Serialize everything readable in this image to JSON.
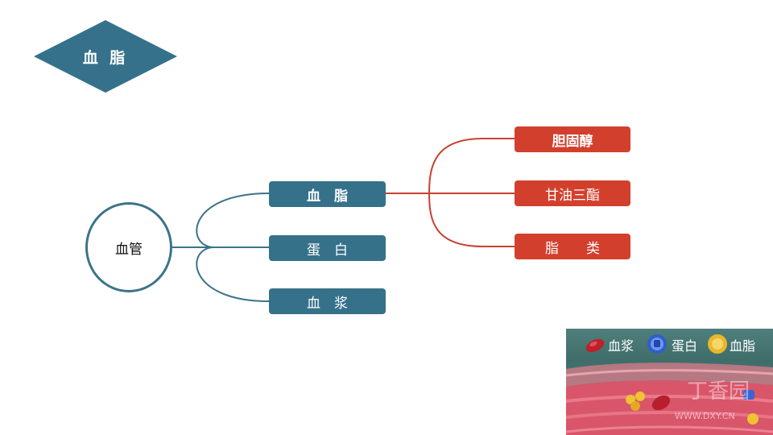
{
  "title": "血 脂",
  "center_node": "血管",
  "branches": [
    {
      "label": "血　脂",
      "bold": true
    },
    {
      "label": "蛋　白",
      "bold": false
    },
    {
      "label": "血　浆",
      "bold": false
    }
  ],
  "lipid_types": [
    {
      "label": "胆固醇",
      "bold": true
    },
    {
      "label": "甘油三酯",
      "bold": false
    },
    {
      "label": "脂　　类",
      "bold": false
    }
  ],
  "legend": [
    {
      "label": "血浆",
      "icon": "red-blood-cell-icon",
      "color": "#c0202a"
    },
    {
      "label": "蛋白",
      "icon": "blue-protein-icon",
      "color": "#2f5fc8"
    },
    {
      "label": "血脂",
      "icon": "yellow-lipid-icon",
      "color": "#e8b82a"
    }
  ],
  "watermark": "丁香园",
  "watermark_url": "WWW.DXY.CN",
  "colors": {
    "primary": "#36718a",
    "accent": "#d2402d",
    "photo_bg": "#4f7f7c"
  }
}
